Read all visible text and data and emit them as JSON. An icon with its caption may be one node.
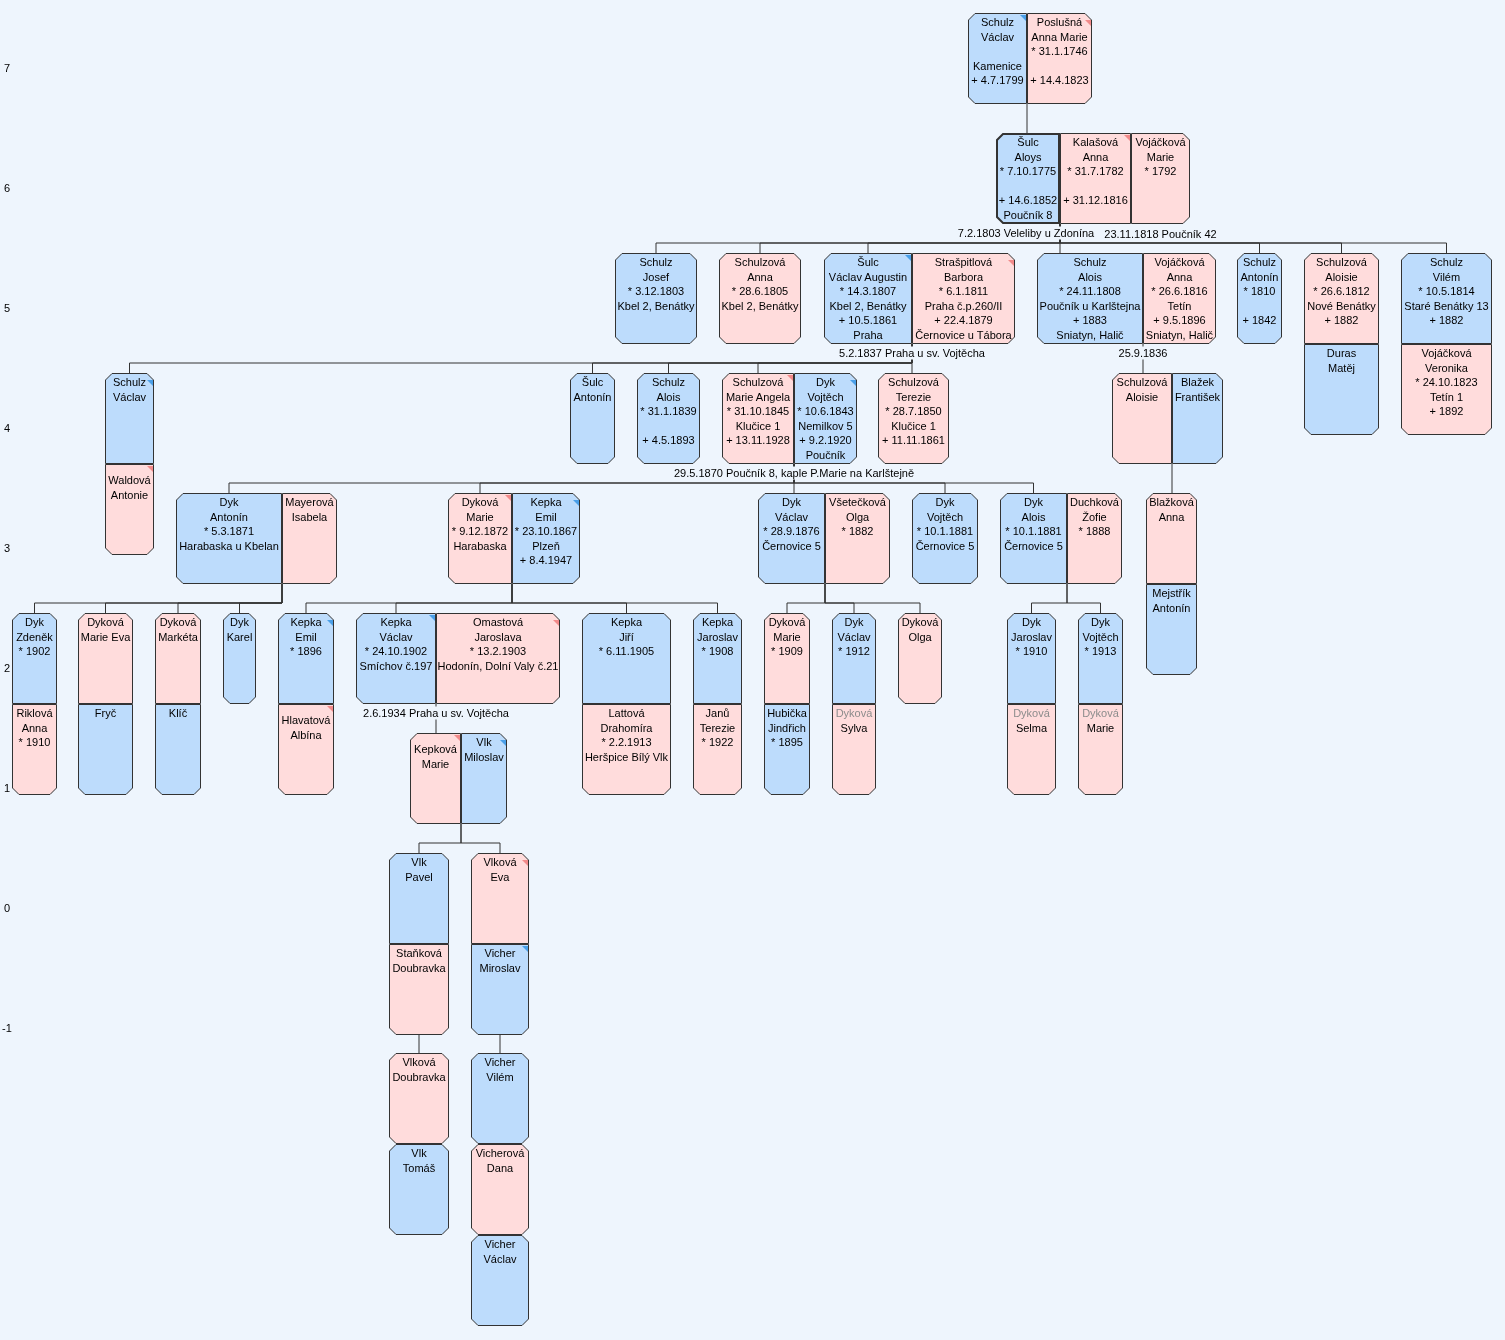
{
  "diagram": {
    "nodes": [
      {
        "text": [
          "Schulz",
          "Václav",
          "Kamenice",
          "+ 4.7.1799"
        ]
      },
      {
        "text": [
          "Poslušná",
          "Anna Marie",
          "* 31.1.1746",
          "+ 14.4.1823"
        ]
      },
      {
        "text": [
          "Šulc",
          "Aloys",
          "* 7.10.1775",
          "+ 14.6.1852",
          "Poučník 8"
        ]
      },
      {
        "text": [
          "Kalašová",
          "Anna",
          "* 31.7.1782",
          "+ 31.12.1816"
        ]
      },
      {
        "text": [
          "Vojáčková",
          "Marie",
          "* 1792"
        ],
        "beside": [
          "23.11.1818 Poučník 42"
        ]
      },
      {
        "text": [
          "Schulz",
          "Josef",
          "* 3.12.1803",
          "Kbel 2, Benátky"
        ]
      },
      {
        "text": [
          "Schulzová",
          "Anna",
          "* 28.6.1805",
          "Kbel 2, Benátky"
        ]
      },
      {
        "text": [
          "Šulc",
          "Václav Augustin",
          "* 14.3.1807",
          "Kbel 2, Benátky",
          "+ 10.5.1861",
          "Praha"
        ]
      },
      {
        "text": [
          "Strašpitlová",
          "Barbora",
          "* 6.1.1811",
          "Praha č.p.260/II",
          "+ 22.4.1879",
          "Černovice u Tábora"
        ]
      },
      {
        "text": [
          "Schulz",
          "Alois",
          "* 24.11.1808",
          "Poučník u Karlštejna",
          "+ 1883",
          "Sniatyn, Halič"
        ]
      },
      {
        "text": [
          "Vojáčková",
          "Anna",
          "* 26.6.1816",
          "Tetín",
          "+ 9.5.1896",
          "Sniatyn, Halič"
        ]
      },
      {
        "text": [
          "Schulz",
          "Antonín",
          "* 1810",
          "+ 1842"
        ]
      },
      {
        "text": [
          "Schulzová",
          "Aloisie",
          "* 26.6.1812",
          "Nové Benátky",
          "+ 1882"
        ]
      },
      {
        "text": [
          "Duras",
          "Matěj"
        ]
      },
      {
        "text": [
          "Schulz",
          "Vilém",
          "* 10.5.1814",
          "Staré Benátky 13",
          "+ 1882"
        ]
      },
      {
        "text": [
          "Vojáčková",
          "Veronika",
          "* 24.10.1823",
          "Tetín 1",
          "+ 1892"
        ]
      },
      {
        "text": [
          "Schulz",
          "Václav"
        ]
      },
      {
        "text": [
          "Waldová",
          "Antonie"
        ]
      },
      {
        "text": [
          "Šulc",
          "Antonín"
        ]
      },
      {
        "text": [
          "Schulz",
          "Alois",
          "* 31.1.1839",
          "+ 4.5.1893"
        ]
      },
      {
        "text": [
          "Schulzová",
          "Marie Angela",
          "* 31.10.1845",
          "Klučice 1",
          "+ 13.11.1928"
        ]
      },
      {
        "text": [
          "Dyk",
          "Vojtěch",
          "* 10.6.1843",
          "Nemilkov 5",
          "+ 9.2.1920",
          "Poučník"
        ]
      },
      {
        "text": [
          "Schulzová",
          "Terezie",
          "* 28.7.1850",
          "Klučice 1",
          "+ 11.11.1861"
        ]
      },
      {
        "text": [
          "Schulzová",
          "Aloisie"
        ]
      },
      {
        "text": [
          "Blažek",
          "František"
        ]
      },
      {
        "text": [
          "Dyk",
          "Antonín",
          "* 5.3.1871",
          "Harabaska u Kbelan"
        ]
      },
      {
        "text": [
          "Mayerová",
          "Isabela"
        ]
      },
      {
        "text": [
          "Dyková",
          "Marie",
          "* 9.12.1872",
          "Harabaska"
        ]
      },
      {
        "text": [
          "Kepka",
          "Emil",
          "* 23.10.1867",
          "Plzeň",
          "+ 8.4.1947"
        ]
      },
      {
        "text": [
          "Dyk",
          "Václav",
          "* 28.9.1876",
          "Černovice 5"
        ]
      },
      {
        "text": [
          "Všetečková",
          "Olga",
          "* 1882"
        ]
      },
      {
        "text": [
          "Dyk",
          "Vojtěch",
          "* 10.1.1881",
          "Černovice 5"
        ]
      },
      {
        "text": [
          "Dyk",
          "Alois",
          "* 10.1.1881",
          "Černovice 5"
        ]
      },
      {
        "text": [
          "Duchková",
          "Žofie",
          "* 1888"
        ]
      },
      {
        "text": [
          "Blažková",
          "Anna"
        ]
      },
      {
        "text": [
          "Mejstřík",
          "Antonín"
        ]
      },
      {
        "text": [
          "Dyk",
          "Zdeněk",
          "* 1902"
        ]
      },
      {
        "text": [
          "Riklová",
          "Anna",
          "* 1910"
        ]
      },
      {
        "text": [
          "Dyková",
          "Marie Eva"
        ]
      },
      {
        "text": [
          "Fryč"
        ]
      },
      {
        "text": [
          "Dyková",
          "Markéta"
        ]
      },
      {
        "text": [
          "Klíč"
        ]
      },
      {
        "text": [
          "Dyk",
          "Karel"
        ]
      },
      {
        "text": [
          "Kepka",
          "Emil",
          "* 1896"
        ]
      },
      {
        "text": [
          "Hlavatová",
          "Albína"
        ]
      },
      {
        "text": [
          "Kepka",
          "Václav",
          "* 24.10.1902",
          "Smíchov č.197"
        ]
      },
      {
        "text": [
          "Omastová",
          "Jaroslava",
          "* 13.2.1903",
          "Hodonín, Dolní Valy č.21"
        ]
      },
      {
        "text": [
          "Kepka",
          "Jiří",
          "* 6.11.1905"
        ]
      },
      {
        "text": [
          "Lattová",
          "Drahomíra",
          "* 2.2.1913",
          "Heršpice Bílý Vlk"
        ]
      },
      {
        "text": [
          "Kepka",
          "Jaroslav",
          "* 1908"
        ]
      },
      {
        "text": [
          "Janů",
          "Terezie",
          "* 1922"
        ]
      },
      {
        "text": [
          "Dyková",
          "Marie",
          "* 1909"
        ]
      },
      {
        "text": [
          "Hubička",
          "Jindřich",
          "* 1895"
        ]
      },
      {
        "text": [
          "Dyk",
          "Václav",
          "* 1912"
        ]
      },
      {
        "text": [
          "Dyková",
          "Sylva"
        ]
      },
      {
        "text": [
          "Dyková",
          "Olga"
        ]
      },
      {
        "text": [
          "Dyk",
          "Jaroslav",
          "* 1910"
        ]
      },
      {
        "text": [
          "Dyková",
          "Selma"
        ]
      },
      {
        "text": [
          "Dyk",
          "Vojtěch",
          "* 1913"
        ]
      },
      {
        "text": [
          "Dyková",
          "Marie"
        ]
      },
      {
        "text": [
          "Kepková",
          "Marie"
        ]
      },
      {
        "text": [
          "Vlk",
          "Miloslav"
        ]
      },
      {
        "text": [
          "Vlk",
          "Pavel"
        ]
      },
      {
        "text": [
          "Staňková",
          "Doubravka"
        ]
      },
      {
        "text": [
          "Vlková",
          "Eva"
        ]
      },
      {
        "text": [
          "Vicher",
          "Miroslav"
        ]
      },
      {
        "text": [
          "Vlková",
          "Doubravka"
        ]
      },
      {
        "text": [
          "Vlk",
          "Tomáš"
        ]
      },
      {
        "text": [
          "Vicher",
          "Vilém"
        ]
      },
      {
        "text": [
          "Vicherová",
          "Dana"
        ]
      },
      {
        "text": [
          "Vicher",
          "Václav"
        ]
      }
    ],
    "edges": [
      {
        "from": 0,
        "to": 2,
        "arrow": "none"
      },
      {
        "from": 1,
        "to": 2,
        "arrow": "none"
      },
      {
        "from": 2,
        "to": 5,
        "arrow": "none",
        "label": "7.2.1803 Veleliby u Zdonína"
      },
      {
        "from": 3,
        "to": 5,
        "arrow": "none"
      },
      {
        "from": 2,
        "to": 6,
        "arrow": "none"
      },
      {
        "from": 3,
        "to": 6,
        "arrow": "none"
      },
      {
        "from": 2,
        "to": 7,
        "arrow": "none"
      },
      {
        "from": 3,
        "to": 7,
        "arrow": "none"
      },
      {
        "from": 2,
        "to": 9,
        "arrow": "none"
      },
      {
        "from": 3,
        "to": 9,
        "arrow": "none"
      },
      {
        "from": 2,
        "to": 11,
        "arrow": "none"
      },
      {
        "from": 3,
        "to": 11,
        "arrow": "none"
      },
      {
        "from": 2,
        "to": 12,
        "arrow": "none"
      },
      {
        "from": 3,
        "to": 12,
        "arrow": "none"
      },
      {
        "from": 2,
        "to": 14,
        "arrow": "none"
      },
      {
        "from": 3,
        "to": 14,
        "arrow": "none"
      },
      {
        "from": 7,
        "to": 16,
        "arrow": "none",
        "label": "5.2.1837 Praha u sv. Vojtěcha"
      },
      {
        "from": 8,
        "to": 16,
        "arrow": "none"
      },
      {
        "from": 7,
        "to": 18,
        "arrow": "none"
      },
      {
        "from": 8,
        "to": 18,
        "arrow": "none"
      },
      {
        "from": 7,
        "to": 19,
        "arrow": "none"
      },
      {
        "from": 8,
        "to": 19,
        "arrow": "none"
      },
      {
        "from": 7,
        "to": 20,
        "arrow": "none"
      },
      {
        "from": 8,
        "to": 20,
        "arrow": "none"
      },
      {
        "from": 7,
        "to": 22,
        "arrow": "none"
      },
      {
        "from": 8,
        "to": 22,
        "arrow": "none"
      },
      {
        "from": 9,
        "to": 23,
        "arrow": "none",
        "label": "25.9.1836"
      },
      {
        "from": 10,
        "to": 23,
        "arrow": "none"
      },
      {
        "from": 20,
        "to": 25,
        "arrow": "none",
        "label": "29.5.1870 Poučník 8, kaple P.Marie na Karlštejně"
      },
      {
        "from": 21,
        "to": 25,
        "arrow": "none"
      },
      {
        "from": 20,
        "to": 27,
        "arrow": "none"
      },
      {
        "from": 21,
        "to": 27,
        "arrow": "none"
      },
      {
        "from": 20,
        "to": 29,
        "arrow": "none"
      },
      {
        "from": 21,
        "to": 29,
        "arrow": "none"
      },
      {
        "from": 20,
        "to": 31,
        "arrow": "none"
      },
      {
        "from": 21,
        "to": 31,
        "arrow": "none"
      },
      {
        "from": 20,
        "to": 32,
        "arrow": "none"
      },
      {
        "from": 21,
        "to": 32,
        "arrow": "none"
      },
      {
        "from": 23,
        "to": 34,
        "arrow": "none"
      },
      {
        "from": 24,
        "to": 34,
        "arrow": "none"
      },
      {
        "from": 25,
        "to": 36,
        "arrow": "none"
      },
      {
        "from": 26,
        "to": 36,
        "arrow": "none"
      },
      {
        "from": 25,
        "to": 38,
        "arrow": "none"
      },
      {
        "from": 26,
        "to": 38,
        "arrow": "none"
      },
      {
        "from": 25,
        "to": 40,
        "arrow": "none"
      },
      {
        "from": 26,
        "to": 40,
        "arrow": "none"
      },
      {
        "from": 25,
        "to": 42,
        "arrow": "none"
      },
      {
        "from": 26,
        "to": 42,
        "arrow": "none"
      },
      {
        "from": 27,
        "to": 43,
        "arrow": "none"
      },
      {
        "from": 28,
        "to": 43,
        "arrow": "none"
      },
      {
        "from": 27,
        "to": 45,
        "arrow": "none"
      },
      {
        "from": 28,
        "to": 45,
        "arrow": "none"
      },
      {
        "from": 27,
        "to": 47,
        "arrow": "none"
      },
      {
        "from": 28,
        "to": 47,
        "arrow": "none"
      },
      {
        "from": 27,
        "to": 49,
        "arrow": "none"
      },
      {
        "from": 28,
        "to": 49,
        "arrow": "none"
      },
      {
        "from": 29,
        "to": 51,
        "arrow": "none"
      },
      {
        "from": 30,
        "to": 51,
        "arrow": "none"
      },
      {
        "from": 29,
        "to": 53,
        "arrow": "none"
      },
      {
        "from": 30,
        "to": 53,
        "arrow": "none"
      },
      {
        "from": 29,
        "to": 55,
        "arrow": "none"
      },
      {
        "from": 30,
        "to": 55,
        "arrow": "none"
      },
      {
        "from": 32,
        "to": 56,
        "arrow": "none"
      },
      {
        "from": 33,
        "to": 56,
        "arrow": "none"
      },
      {
        "from": 32,
        "to": 58,
        "arrow": "none"
      },
      {
        "from": 33,
        "to": 58,
        "arrow": "none"
      },
      {
        "from": 45,
        "to": 60,
        "arrow": "none",
        "label": "2.6.1934 Praha u sv. Vojtěcha"
      },
      {
        "from": 46,
        "to": 60,
        "arrow": "none"
      },
      {
        "from": 60,
        "to": 62,
        "arrow": "none"
      },
      {
        "from": 61,
        "to": 62,
        "arrow": "none"
      },
      {
        "from": 60,
        "to": 64,
        "arrow": "none"
      },
      {
        "from": 61,
        "to": 64,
        "arrow": "none"
      },
      {
        "from": 63,
        "to": 66,
        "arrow": "none"
      },
      {
        "from": 65,
        "to": 68,
        "arrow": "none"
      }
    ],
    "labels": [
      "7",
      "6",
      "5",
      "4",
      "3",
      "2",
      "1",
      "0",
      "-1"
    ]
  }
}
